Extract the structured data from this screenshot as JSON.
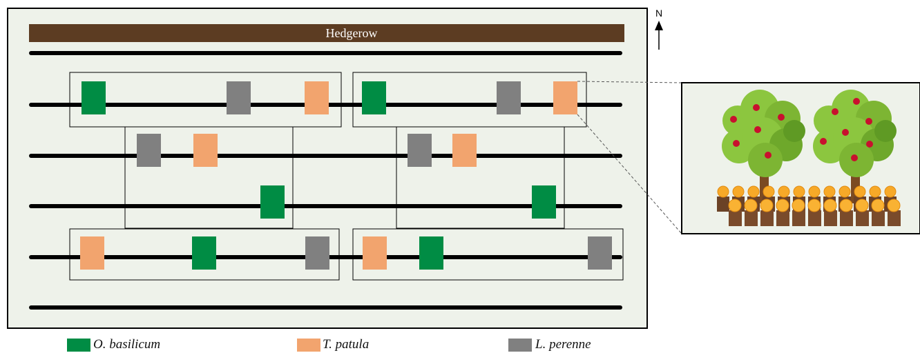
{
  "diagram": {
    "hedgerow_label": "Hedgerow",
    "north_label": "N",
    "colors": {
      "field_bg": "#eef2ea",
      "hedgerow": "#5c3c22",
      "row_line": "#000000",
      "o_basilicum": "#008c44",
      "t_patula": "#f2a46e",
      "l_perenne": "#808080"
    }
  },
  "legend": [
    {
      "key": "o_basilicum",
      "label": "O. basilicum"
    },
    {
      "key": "t_patula",
      "label": "T. patula"
    },
    {
      "key": "l_perenne",
      "label": "L. perenne"
    }
  ],
  "inset": {
    "description_icons": [
      "apple-tree-icon",
      "apple-tree-icon",
      "potted-marigold-icon"
    ]
  }
}
